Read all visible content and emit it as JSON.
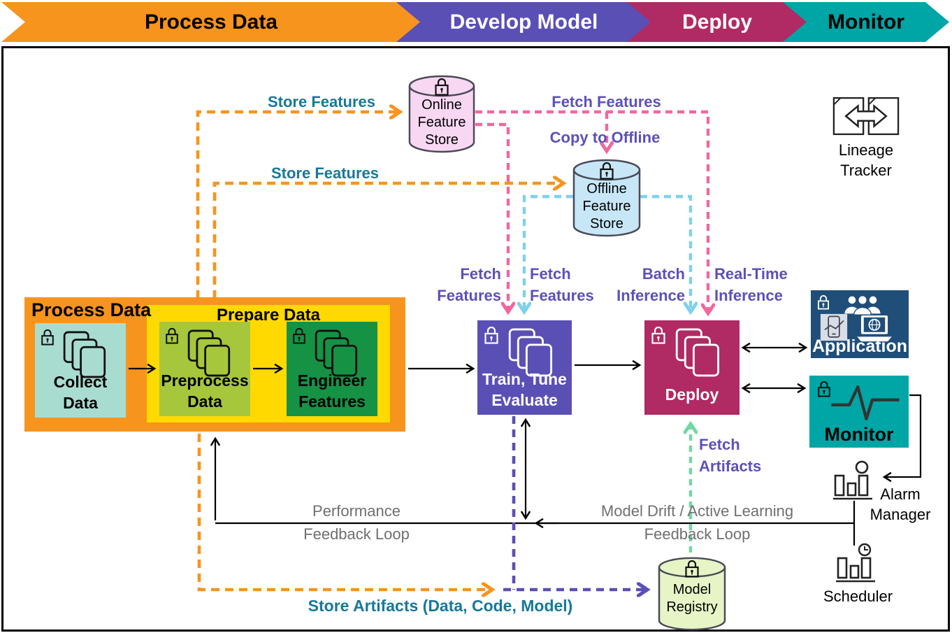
{
  "banner": {
    "stages": [
      {
        "label": "Process Data",
        "color": "#F7941D",
        "text_color": "#000000"
      },
      {
        "label": "Develop Model",
        "color": "#5A4FB5",
        "text_color": "#FFFFFF"
      },
      {
        "label": "Deploy",
        "color": "#B02A63",
        "text_color": "#FFFFFF"
      },
      {
        "label": "Monitor",
        "color": "#00A5A5",
        "text_color": "#000000"
      }
    ]
  },
  "groups": {
    "process_data": {
      "title": "Process Data",
      "color": "#F7941D"
    },
    "prepare_data": {
      "title": "Prepare Data",
      "color": "#FFD900"
    }
  },
  "nodes": {
    "collect": {
      "label": "Collect\nData",
      "color": "#A9DCD1"
    },
    "preprocess": {
      "label": "Preprocess\nData",
      "color": "#A6C73C"
    },
    "engineer": {
      "label": "Engineer\nFeatures",
      "color": "#169245"
    },
    "train": {
      "label": "Train, Tune\nEvaluate",
      "color": "#5A4FB5"
    },
    "deploy": {
      "label": "Deploy",
      "color": "#B02A63"
    },
    "application": {
      "label": "Application",
      "color": "#1F4E79"
    },
    "monitor": {
      "label": "Monitor",
      "color": "#00A5A5"
    }
  },
  "stores": {
    "online": {
      "label": "Online\nFeature\nStore",
      "color": "#F8D7F3"
    },
    "offline": {
      "label": "Offline\nFeature\nStore",
      "color": "#C7E7F7"
    },
    "registry": {
      "label": "Model\nRegistry",
      "color": "#E7F4C6"
    }
  },
  "tools": {
    "lineage_tracker": "Lineage\nTracker",
    "alarm_manager": "Alarm\nManager",
    "scheduler": "Scheduler"
  },
  "connector_labels": {
    "store_features_online": "Store Features",
    "store_features_offline": "Store Features",
    "fetch_features_top": "Fetch Features",
    "copy_to_offline": "Copy to Offline",
    "fetch_features_online": "Fetch\nFeatures",
    "fetch_features_offline": "Fetch\nFeatures",
    "batch_inference": "Batch\nInference",
    "realtime_inference": "Real-Time\nInference",
    "fetch_artifacts": "Fetch\nArtifacts",
    "performance_feedback": "Performance\nFeedback Loop",
    "model_drift_feedback": "Model Drift / Active Learning\nFeedback Loop",
    "store_artifacts": "Store Artifacts (Data, Code, Model)"
  },
  "colors": {
    "orange_dash": "#F7941D",
    "purple_dash": "#5A4FB5",
    "pink_dash": "#F2679F",
    "blue_dash": "#7FD0EE",
    "green_dash": "#70D9A3",
    "label_teal": "#17789B",
    "label_purple": "#5B51B8",
    "label_gray": "#6F6F6F"
  }
}
